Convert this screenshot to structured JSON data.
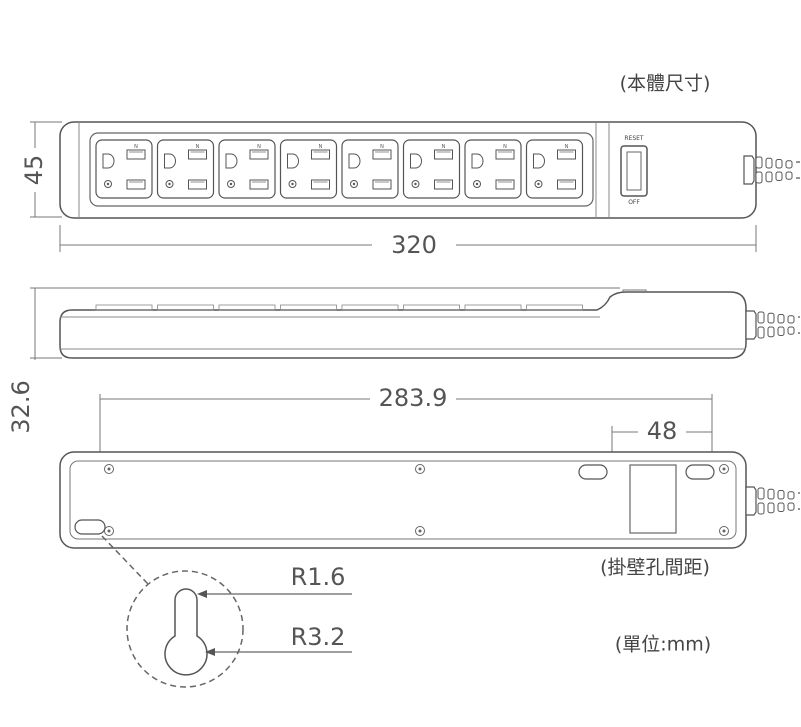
{
  "labels": {
    "unit_title": "(本體尺寸)",
    "width": "320",
    "height": "45",
    "depth": "32.6",
    "hole_span": "283.9",
    "hole_offset": "48",
    "r_small": "R1.6",
    "r_large": "R3.2",
    "hole_note": "(掛壁孔間距)",
    "unit_note": "(單位:mm)",
    "switch_top": "RESET",
    "switch_bottom": "OFF",
    "outlet_mark": "N"
  },
  "outlet_count": 8
}
